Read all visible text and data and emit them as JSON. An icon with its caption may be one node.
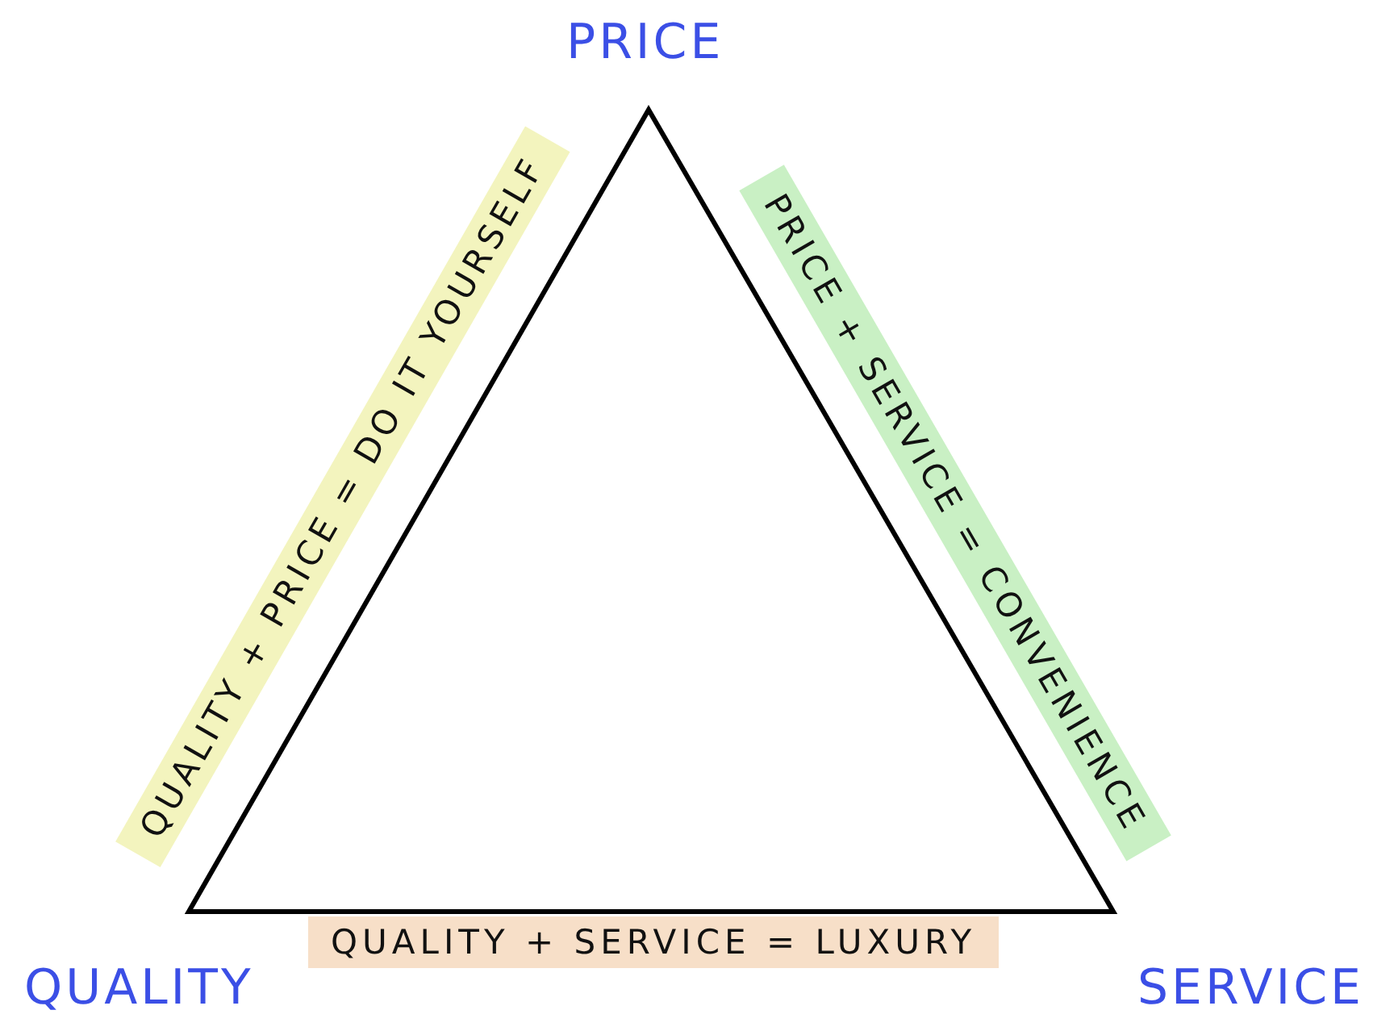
{
  "diagram": {
    "labels": [
      "PRICE",
      "QUALITY + PRICE = DO IT YOURSELF",
      "PRICE + SERVICE = CONVENIENCE",
      "QUALITY + SERVICE = LUXURY",
      "QUALITY",
      "SERVICE"
    ]
  }
}
